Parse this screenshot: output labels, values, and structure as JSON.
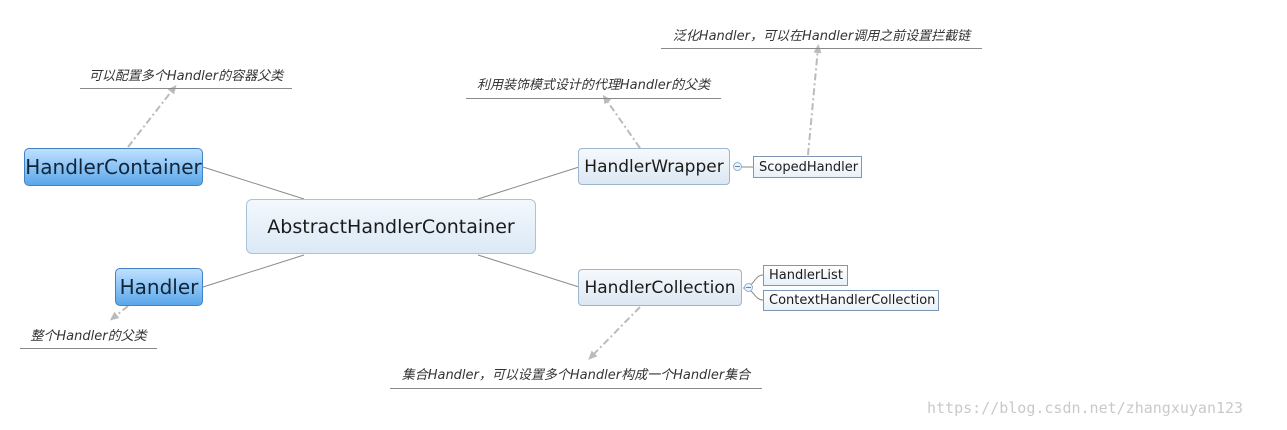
{
  "nodes": {
    "central": "AbstractHandlerContainer",
    "handler_container": "HandlerContainer",
    "handler": "Handler",
    "handler_wrapper": "HandlerWrapper",
    "handler_collection": "HandlerCollection",
    "scoped_handler": "ScopedHandler",
    "handler_list": "HandlerList",
    "context_handler_collection": "ContextHandlerCollection"
  },
  "notes": {
    "handler_container": "可以配置多个Handler的容器父类",
    "handler": "整个Handler的父类",
    "handler_wrapper": "利用装饰模式设计的代理Handler的父类",
    "scoped_handler": "泛化Handler，可以在Handler调用之前设置拦截链",
    "handler_collection": "集合Handler，可以设置多个Handler构成一个Handler集合"
  },
  "watermark": "https://blog.csdn.net/zhangxuyan123",
  "colors": {
    "strong_node_fill": "#5aa7ea",
    "node_fill": "#dce7f2",
    "connector": "#8a8a8a",
    "note_arrow": "#bbbbbb"
  }
}
